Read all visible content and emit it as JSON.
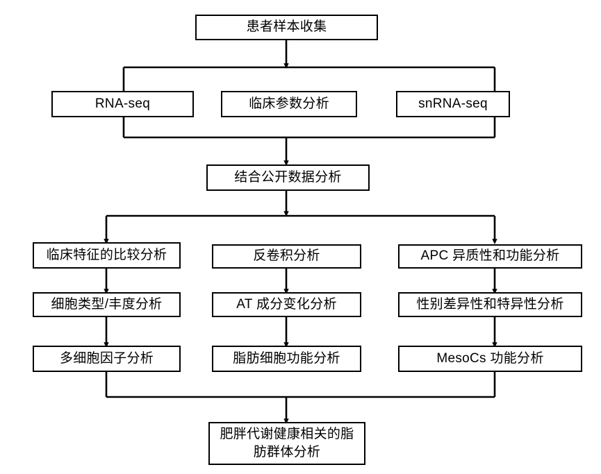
{
  "diagram": {
    "title_text": "患者样本收集",
    "type": "flowchart",
    "orientation": "top-to-bottom",
    "line_color": "#000000",
    "box_fill": "#ffffff",
    "text_color": "#000000",
    "nodes": {
      "sample_collection": "患者样本收集",
      "rna_seq": "RNA-seq",
      "clinical_params": "临床参数分析",
      "snrna_seq": "snRNA-seq",
      "public_data": "结合公开数据分析",
      "clinical_compare": "临床特征的比较分析",
      "deconvolution": "反卷积分析",
      "apc_heterogeneity": "APC 异质性和功能分析",
      "cell_type_abundance": "细胞类型/丰度分析",
      "at_composition": "AT 成分变化分析",
      "sex_difference": "性别差异性和特异性分析",
      "multicellular_factor": "多细胞因子分析",
      "adipocyte_function": "脂肪细胞功能分析",
      "mesocs_function": "MesoCs 功能分析",
      "final_line1": "肥胖代谢健康相关的脂",
      "final_line2": "肪群体分析"
    }
  }
}
